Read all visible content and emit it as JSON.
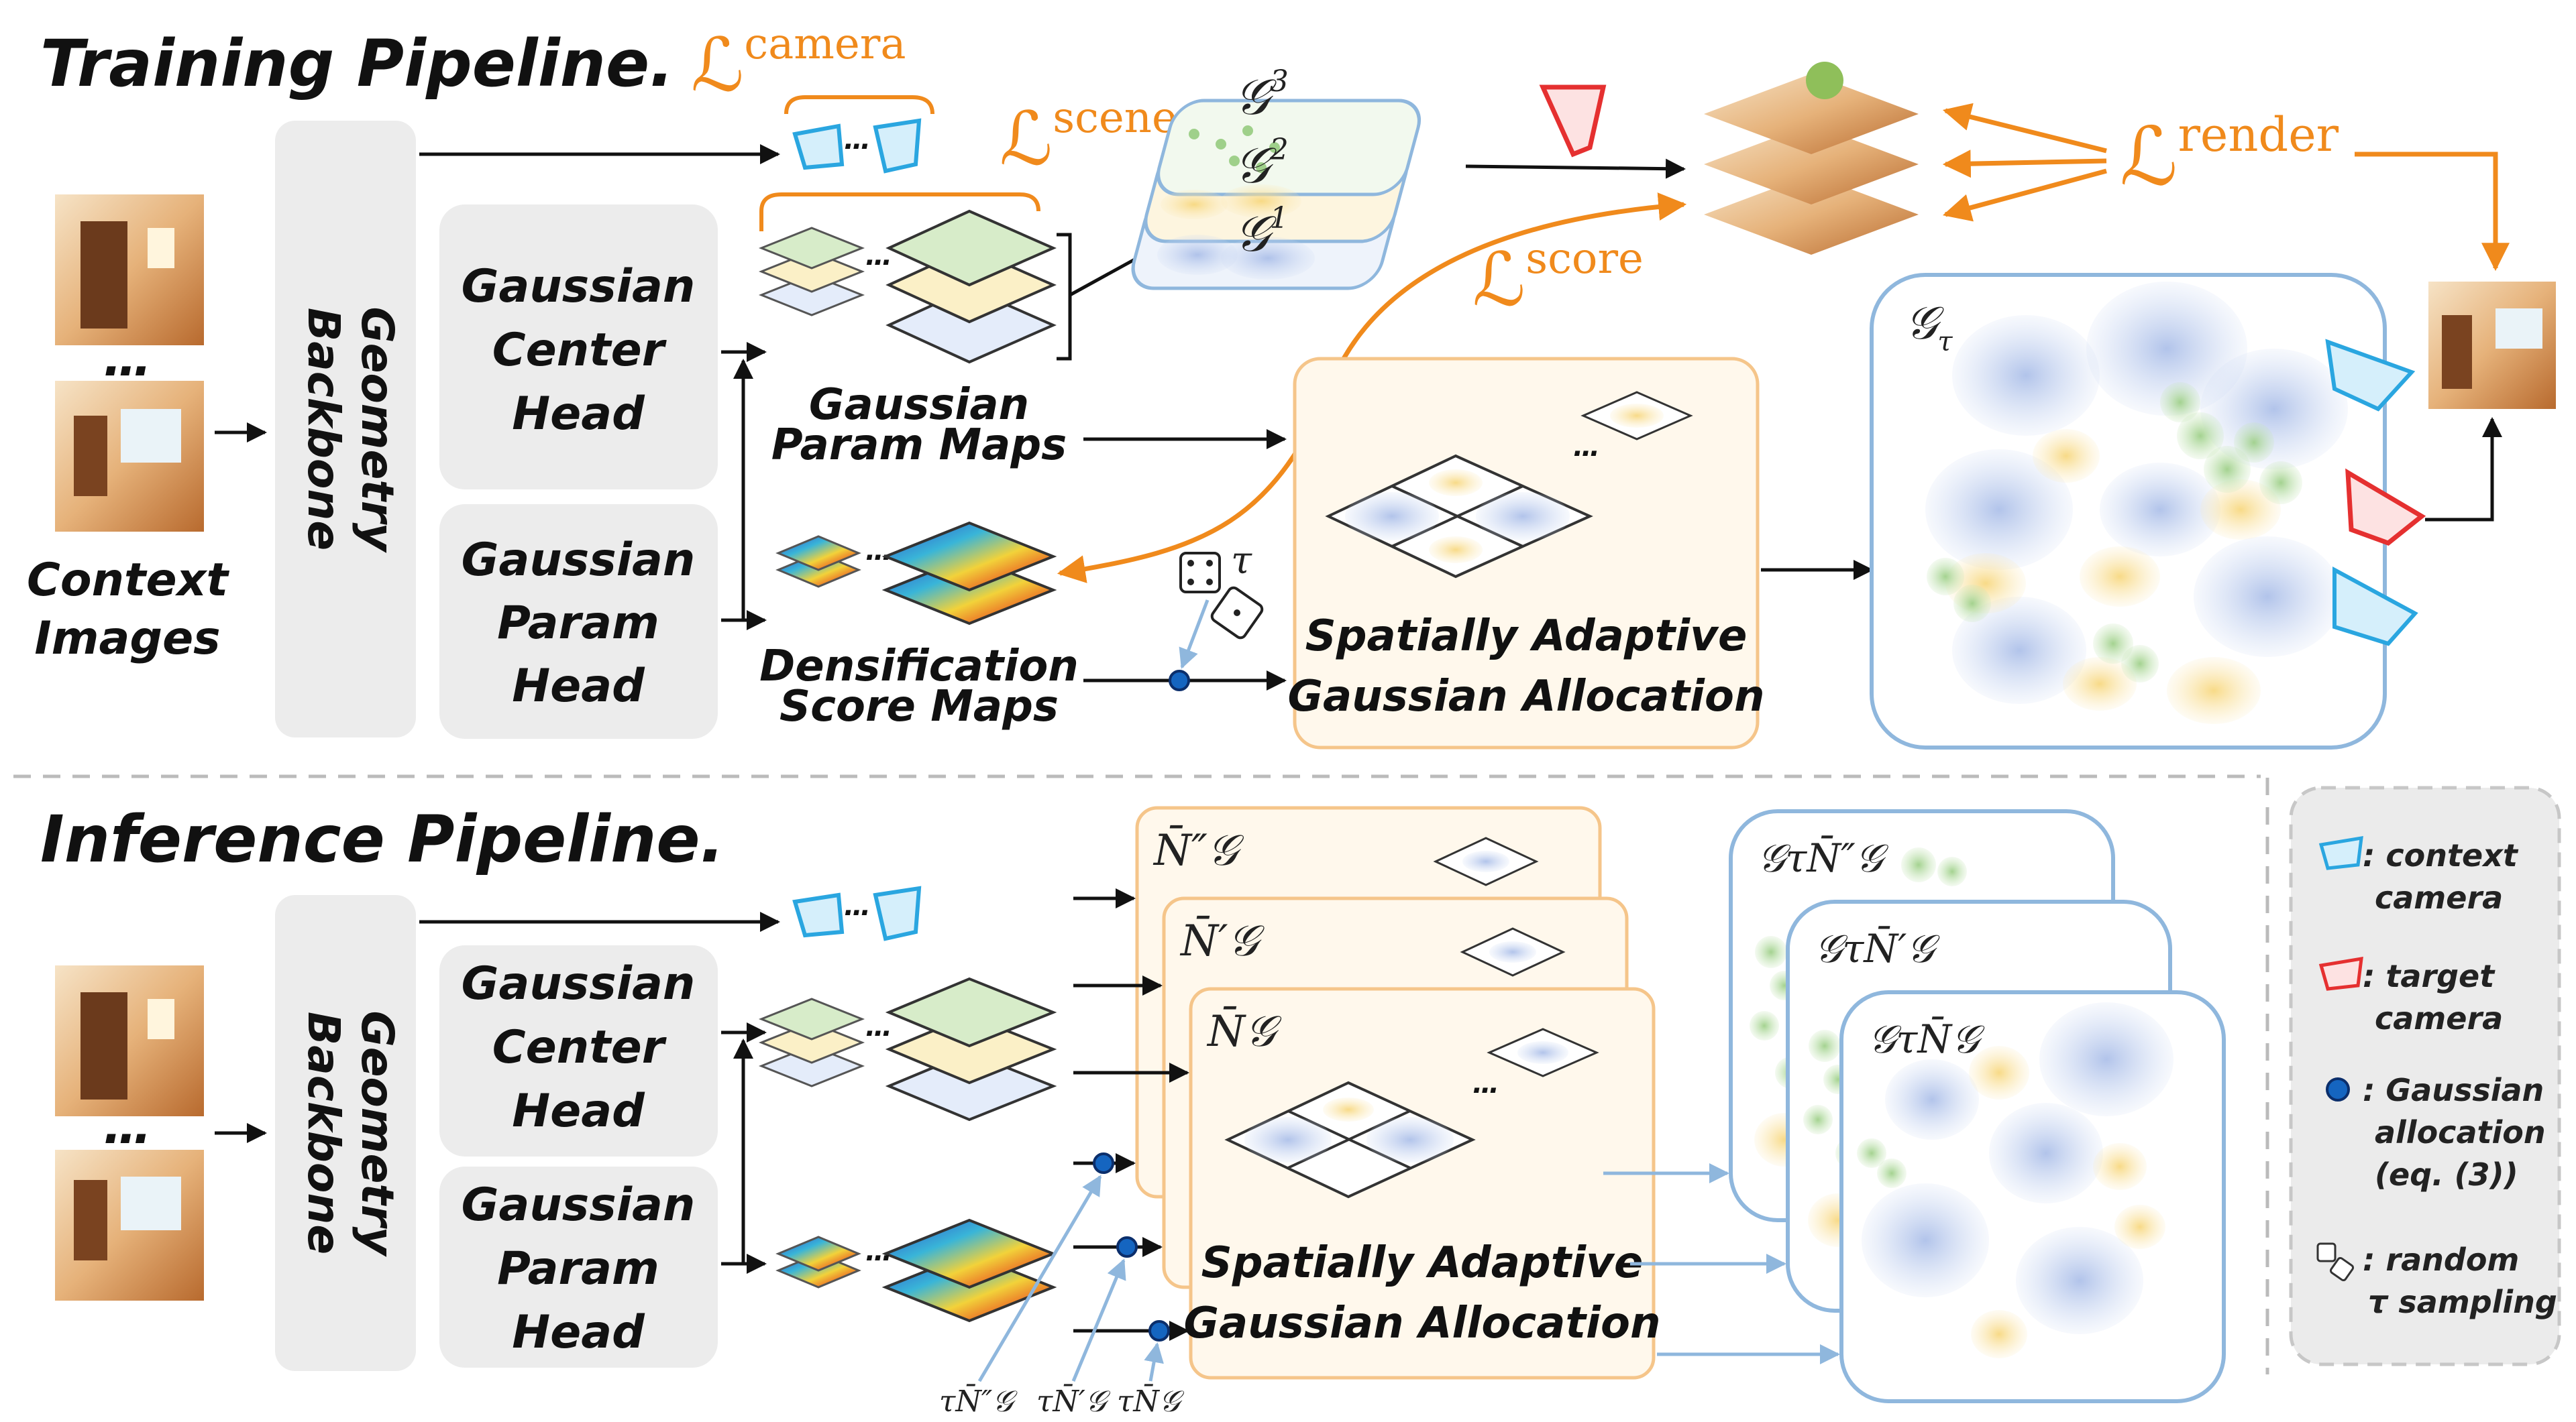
{
  "titles": {
    "training": "Training Pipeline.",
    "inference": "Inference Pipeline."
  },
  "labels": {
    "context_images": [
      "Context",
      "Images"
    ],
    "dots": "…",
    "backbone": [
      "Geometry",
      "Backbone"
    ],
    "center_head": [
      "Gaussian",
      "Center",
      "Head"
    ],
    "param_head": [
      "Gaussian",
      "Param",
      "Head"
    ],
    "param_maps": [
      "Gaussian",
      "Param Maps"
    ],
    "score_maps": [
      "Densification",
      "Score Maps"
    ],
    "allocation": [
      "Spatially Adaptive",
      "Gaussian Allocation"
    ],
    "tau": "τ"
  },
  "losses": {
    "camera": {
      "base": "ℒ",
      "sup": "camera"
    },
    "scene": {
      "base": "ℒ",
      "sup": "scene"
    },
    "score": {
      "base": "ℒ",
      "sup": "score"
    },
    "render": {
      "base": "ℒ",
      "sup": "render"
    }
  },
  "gaussian_levels": [
    {
      "base": "𝒢",
      "sup": "3"
    },
    {
      "base": "𝒢",
      "sup": "2"
    },
    {
      "base": "𝒢",
      "sup": "1"
    }
  ],
  "gaussians_tau": {
    "base": "𝒢",
    "sub": "τ"
  },
  "inference_budgets": [
    {
      "label": "N̄″𝒢",
      "output": "𝒢τN̄″𝒢",
      "tau": "τN̄″𝒢"
    },
    {
      "label": "N̄′𝒢",
      "output": "𝒢τN̄′𝒢",
      "tau": "τN̄′𝒢"
    },
    {
      "label": "N̄𝒢",
      "output": "𝒢τN̄𝒢",
      "tau": "τN̄𝒢"
    }
  ],
  "legend": [
    {
      "icon": "context-camera",
      "lines": [
        ": context",
        "camera"
      ]
    },
    {
      "icon": "target-camera",
      "lines": [
        ": target",
        "camera"
      ]
    },
    {
      "icon": "gaussian-allocation-dot",
      "lines": [
        ": Gaussian",
        "allocation",
        "(eq. (3))"
      ]
    },
    {
      "icon": "dice",
      "lines": [
        ": random",
        "τ sampling"
      ]
    }
  ],
  "colors": {
    "loss_orange": "#f08a1c",
    "panel_blue_border": "#8fb7dd",
    "allocation_bg": "#fff8ec",
    "allocation_border": "#f5c58a",
    "head_gray": "#ececec",
    "context_camera": "#2aa6e0",
    "target_camera": "#e53030",
    "allocation_dot": "#1565c0"
  }
}
